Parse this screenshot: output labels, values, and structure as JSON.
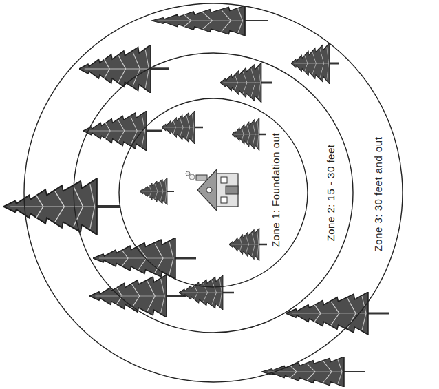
{
  "diagram": {
    "nodes": [
      {
        "text": [
          "Zone 3: 30 feet and out"
        ]
      },
      {
        "text": [
          "Zone 2: 15 - 30 feet"
        ],
        "in": 0
      },
      {
        "text": [
          "Zone 1: Foundation out"
        ],
        "in": 1
      }
    ]
  }
}
